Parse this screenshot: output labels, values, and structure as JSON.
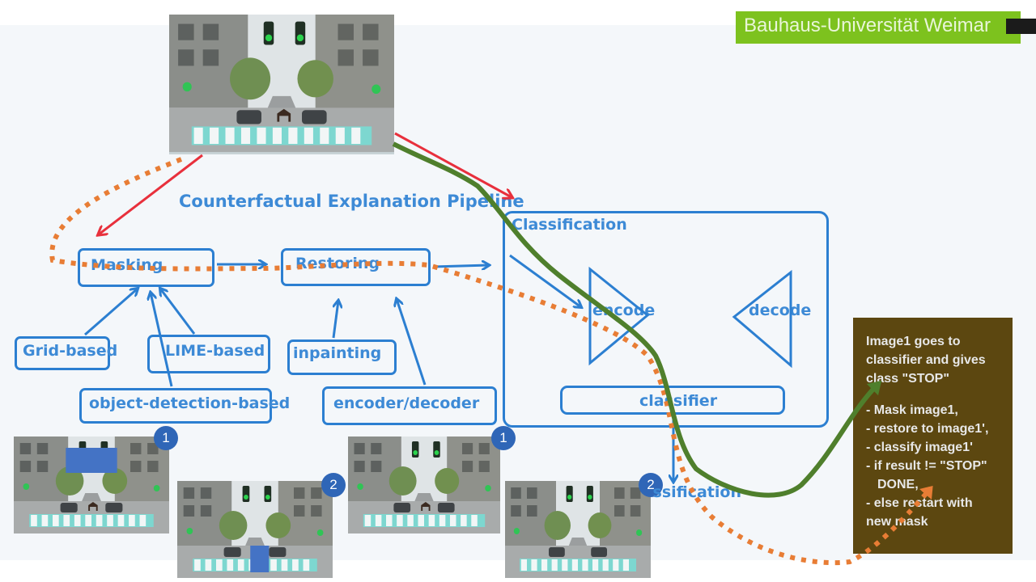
{
  "header": {
    "university": "Bauhaus-Universität Weimar"
  },
  "diagram": {
    "title": "Counterfactual Explanation Pipeline",
    "masking": "Masking",
    "restoring": "Restoring",
    "classification_region": "Classification",
    "encode": "encode",
    "decode": "decode",
    "classifier": "classifier",
    "output_classification": "Classification",
    "masking_methods": [
      "Grid-based",
      "LIME-based",
      "object-detection-based"
    ],
    "restoring_methods": [
      "inpainting",
      "encoder/decoder"
    ]
  },
  "badges": {
    "first": "1",
    "second": "2"
  },
  "notes": {
    "lines": [
      "Image1 goes to",
      "classifier and gives",
      "class \"STOP\"",
      "",
      "- Mask image1,",
      "- restore to image1',",
      "- classify image1'",
      "- if result != \"STOP\"",
      "  DONE,",
      "- else restart with",
      "new mask"
    ]
  },
  "colors": {
    "blue": "#2c7fd1",
    "red_arrow": "#e8303c",
    "orange_dotted": "#e87d35",
    "green_path": "#4f7f2c",
    "notes_bg": "#5c4710",
    "banner": "#7dc21e"
  }
}
